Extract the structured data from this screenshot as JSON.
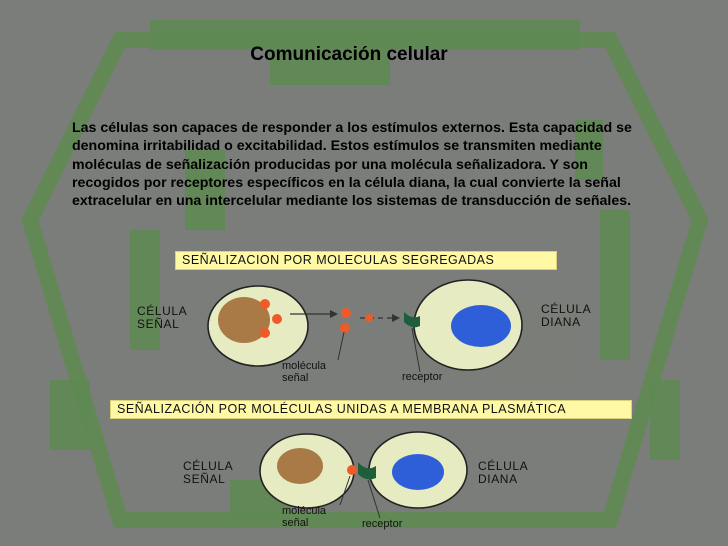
{
  "title": "Comunicación celular",
  "paragraph": "Las células son capaces de responder a los estímulos externos. Esta capacidad se denomina irritabilidad o excitabilidad. Estos estímulos se transmiten mediante moléculas de señalización producidas por una molécula señalizadora. Y son recogidos por receptores específicos en la célula diana, la cual convierte la señal extracelular en una intercelular mediante los sistemas de transducción de señales.",
  "figure1": {
    "banner": "SEÑALIZACION POR MOLECULAS SEGREGADAS",
    "left_label_1": "CÉLULA",
    "left_label_2": "SEÑAL",
    "right_label_1": "CÉLULA",
    "right_label_2": "DIANA",
    "molecule_label_1": "molécula",
    "molecule_label_2": "señal",
    "receptor_label": "receptor"
  },
  "figure2": {
    "banner": "SEÑALIZACIÓN POR MOLÉCULAS UNIDAS A MEMBRANA PLASMÁTICA",
    "left_label_1": "CÉLULA",
    "left_label_2": "SEÑAL",
    "right_label_1": "CÉLULA",
    "right_label_2": "DIANA",
    "molecule_label_1": "molécula",
    "molecule_label_2": "señal",
    "receptor_label": "receptor"
  },
  "colors": {
    "background": "#7a7d79",
    "watermark": "#5f8a52",
    "banner": "#fff9a6",
    "cell": "#e6ebc2",
    "nucleus_signal": "#a97a45",
    "nucleus_target": "#2f5fd8",
    "molecule": "#f05a28",
    "receptor": "#1f5e3a"
  }
}
